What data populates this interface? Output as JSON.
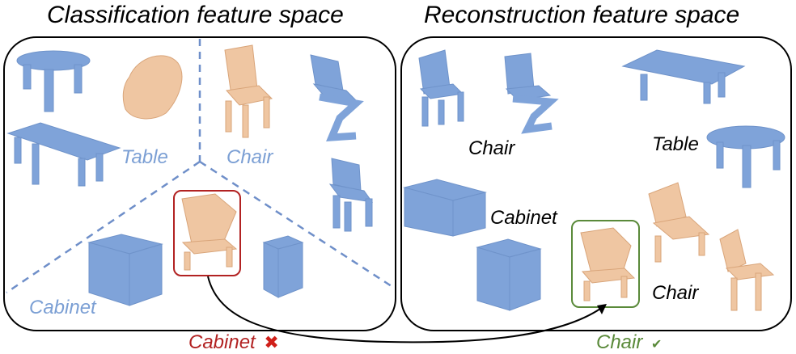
{
  "titles": {
    "left": "Classification feature space",
    "right": "Reconstruction feature space"
  },
  "left_panel": {
    "labels": {
      "table": "Table",
      "chair": "Chair",
      "cabinet": "Cabinet"
    }
  },
  "right_panel": {
    "labels": {
      "chair_top": "Chair",
      "table": "Table",
      "cabinet": "Cabinet",
      "chair_bottom": "Chair"
    }
  },
  "bottom": {
    "wrong_label": "Cabinet",
    "wrong_mark": "✖",
    "right_label": "Chair",
    "right_mark": "✔"
  },
  "colors": {
    "blue_points": "#7b9fd4",
    "orange_points": "#e8b994",
    "wrong": "#b22222",
    "right": "#5a8a3a",
    "divider": "#6f8fc9"
  }
}
